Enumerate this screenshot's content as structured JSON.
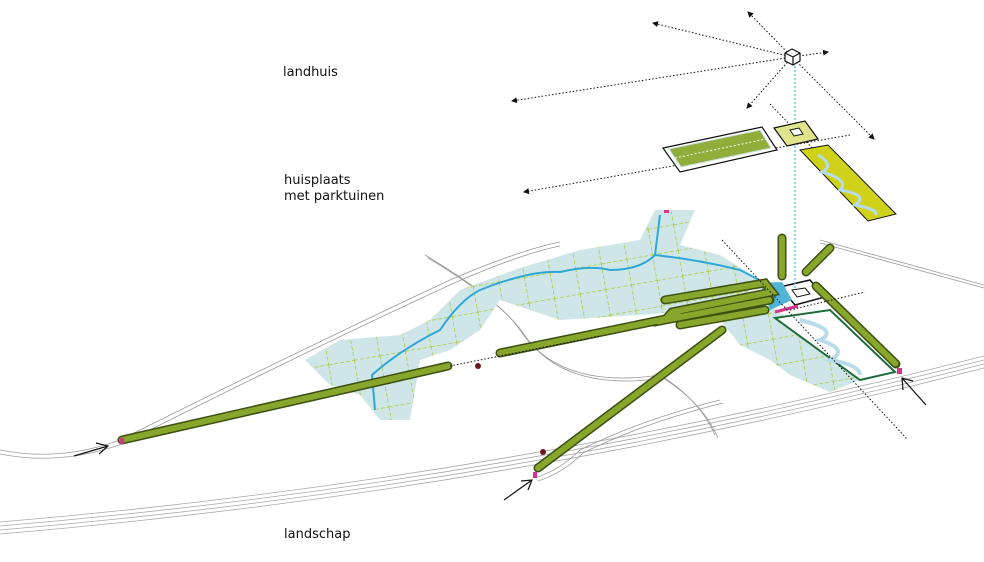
{
  "labels": {
    "landhuis": "landhuis",
    "huisplaats_line1": "huisplaats",
    "huisplaats_line2": "met parktuinen",
    "landschap": "landschap"
  },
  "colors": {
    "tree_green": "#7a9a2a",
    "tree_dark": "#3d4f12",
    "meadow": "#c9e3e6",
    "grid_lime": "#a6c41a",
    "water": "#2fa8d8",
    "parterre": "#8fae3a",
    "strip_yellow": "#d0d21a",
    "square_light": "#e0e48a",
    "garden_outline": "#1e6b3a",
    "accent_pink": "#d6338a",
    "road": "#9a9a9a"
  }
}
